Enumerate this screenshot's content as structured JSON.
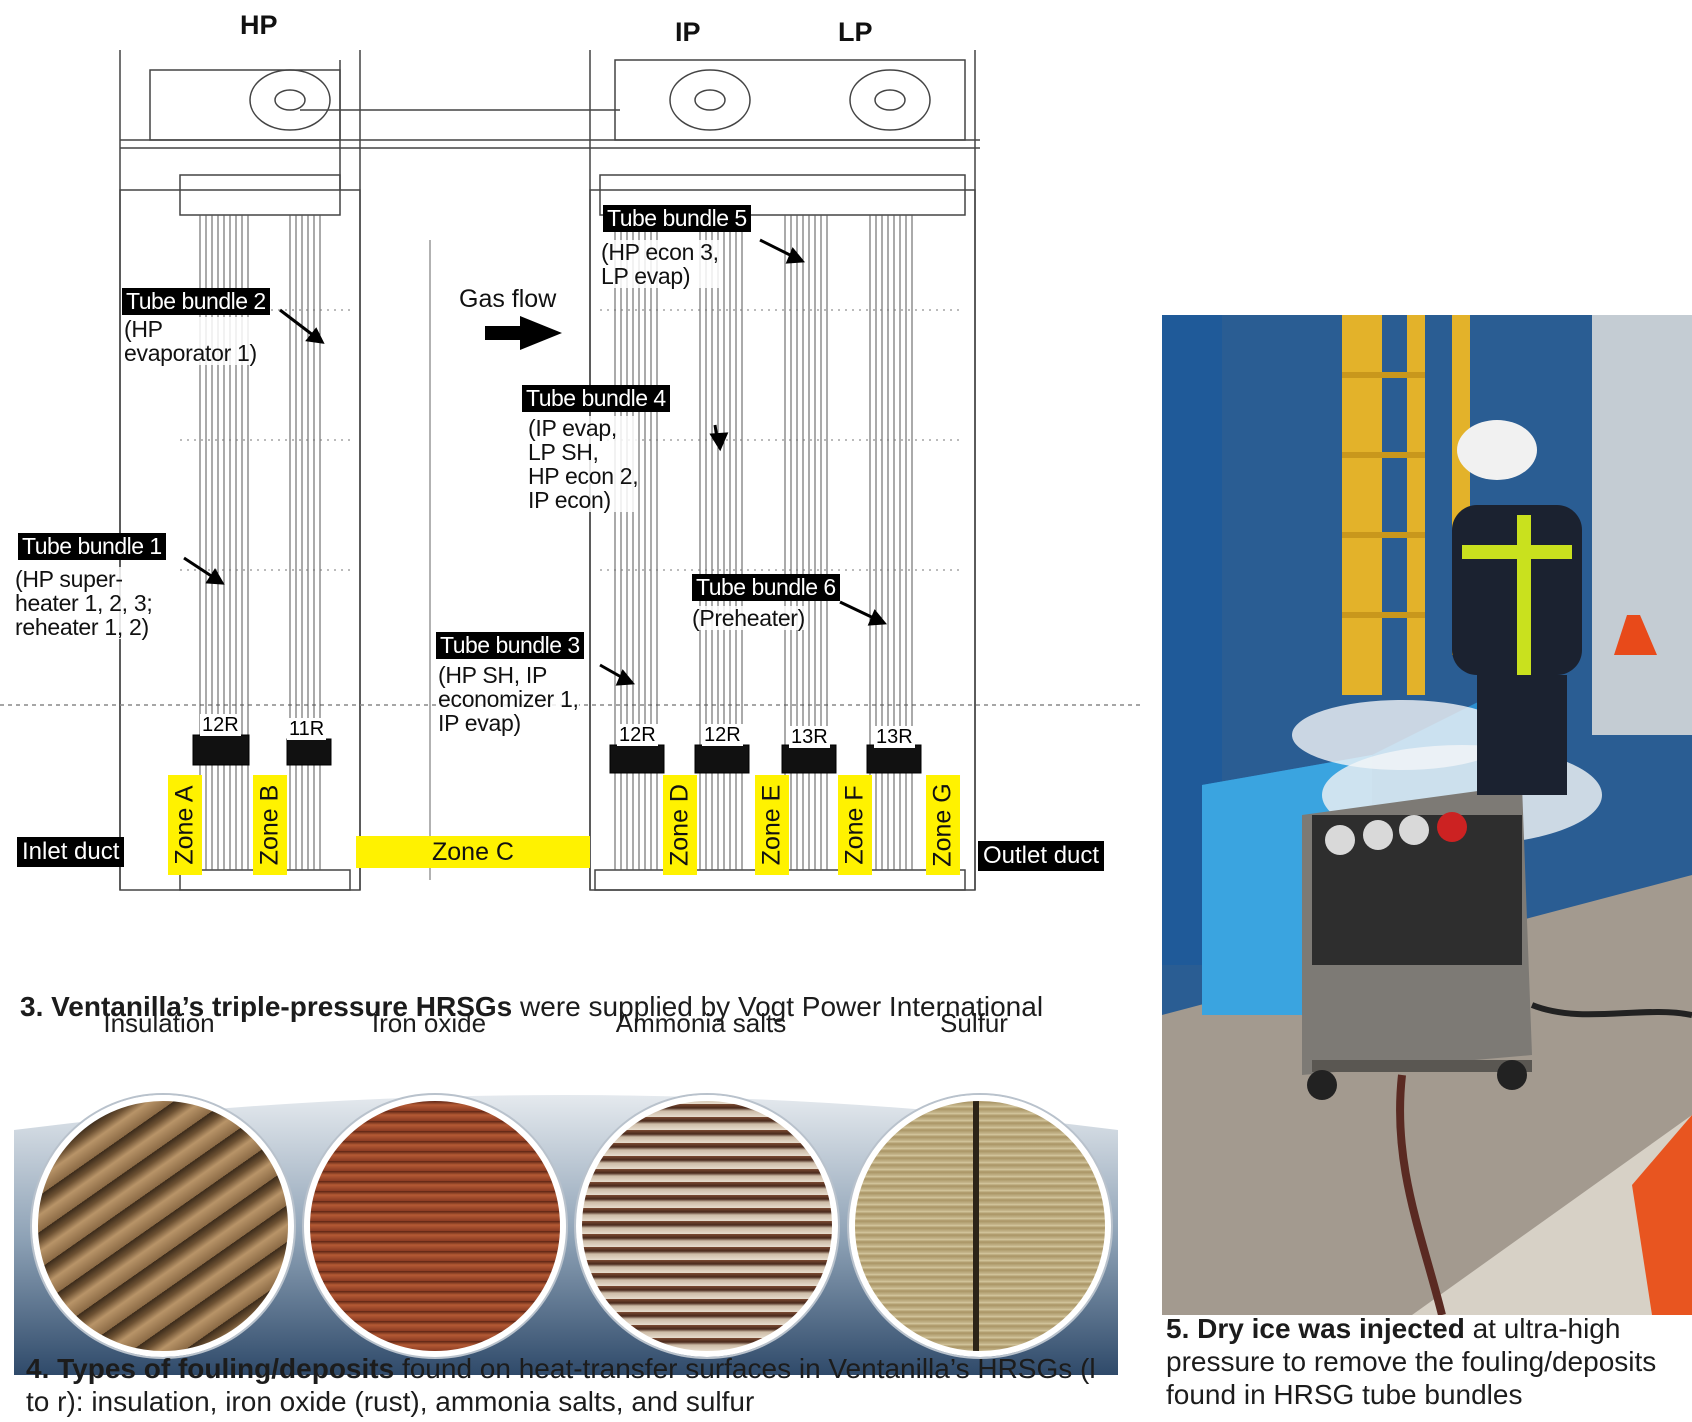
{
  "figure3": {
    "pressure_labels": {
      "hp": "HP",
      "ip": "IP",
      "lp": "LP"
    },
    "gas_flow": "Gas flow",
    "tube_bundles": [
      {
        "title": "Tube bundle 1",
        "desc": "(HP super-\nheater 1, 2, 3;\nreheater 1, 2)"
      },
      {
        "title": "Tube bundle 2",
        "desc": "(HP\nevaporator 1)"
      },
      {
        "title": "Tube bundle 3",
        "desc": "(HP SH, IP\neconomizer 1,\nIP evap)"
      },
      {
        "title": "Tube bundle 4",
        "desc": "(IP evap,\nLP SH,\nHP econ 2,\nIP econ)"
      },
      {
        "title": "Tube bundle 5",
        "desc": "(HP econ 3,\nLP evap)"
      },
      {
        "title": "Tube bundle 6",
        "desc": "(Preheater)"
      }
    ],
    "sootblower_labels": [
      "12R",
      "11R",
      "12R",
      "12R",
      "13R",
      "13R"
    ],
    "zones": [
      "Zone A",
      "Zone B",
      "Zone C",
      "Zone D",
      "Zone E",
      "Zone F",
      "Zone G"
    ],
    "inlet_duct": "Inlet duct",
    "outlet_duct": "Outlet duct",
    "caption_bold": "3. Ventanilla’s triple-pressure HRSGs",
    "caption_rest": " were supplied by Vogt Power International"
  },
  "figure4": {
    "deposits": [
      "Insulation",
      "Iron oxide",
      "Ammonia salts",
      "Sulfur"
    ],
    "caption_bold": "4. Types of fouling/deposits",
    "caption_rest": " found on heat-transfer surfaces in Ventanilla’s HRSGs (l to r): insulation, iron oxide (rust), ammonia salts, and sulfur"
  },
  "figure5": {
    "caption_bold": "5. Dry ice was injected",
    "caption_rest": " at ultra-high pressure to remove the fouling/deposits found in HRSG tube bundles"
  },
  "colors": {
    "zone_highlight": "#fff200",
    "label_background": "#000000",
    "steel_blue": "#2f6fb4"
  }
}
